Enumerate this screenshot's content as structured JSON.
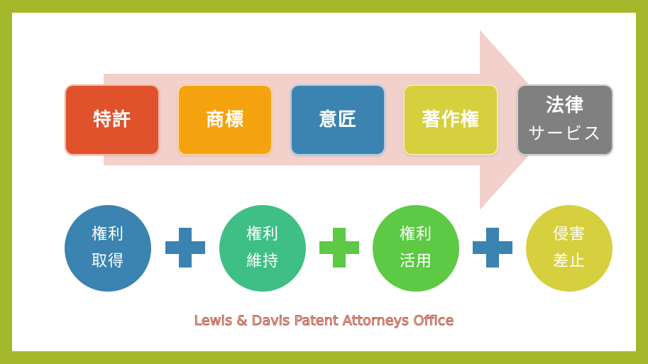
{
  "colors": {
    "frame": "#a3b82a",
    "arrow": "#f2d0cc",
    "patent": "#e0522b",
    "trademark": "#f5a20f",
    "design": "#3b83b0",
    "copyright": "#d6d03f",
    "legal": "#808080",
    "plus_blue": "#3b83b0",
    "plus_green": "#5dc945"
  },
  "categories": [
    {
      "label": "特許",
      "color": "#e0522b"
    },
    {
      "label": "商標",
      "color": "#f5a20f"
    },
    {
      "label": "意匠",
      "color": "#3b83b0"
    },
    {
      "label": "著作権",
      "color": "#d6d03f"
    },
    {
      "label": "法律",
      "sub": "サービス",
      "color": "#808080"
    }
  ],
  "stages": [
    {
      "line1": "権利",
      "line2": "取得",
      "color": "#3b83b0"
    },
    {
      "line1": "権利",
      "line2": "維持",
      "color": "#3fbf86"
    },
    {
      "line1": "権利",
      "line2": "活用",
      "color": "#5dc945"
    },
    {
      "line1": "侵害",
      "line2": "差止",
      "color": "#d6d03f"
    }
  ],
  "plus_icons": [
    "plus-icon",
    "plus-icon",
    "plus-icon"
  ],
  "footer": "Lewis & Davis Patent Attorneys Office"
}
